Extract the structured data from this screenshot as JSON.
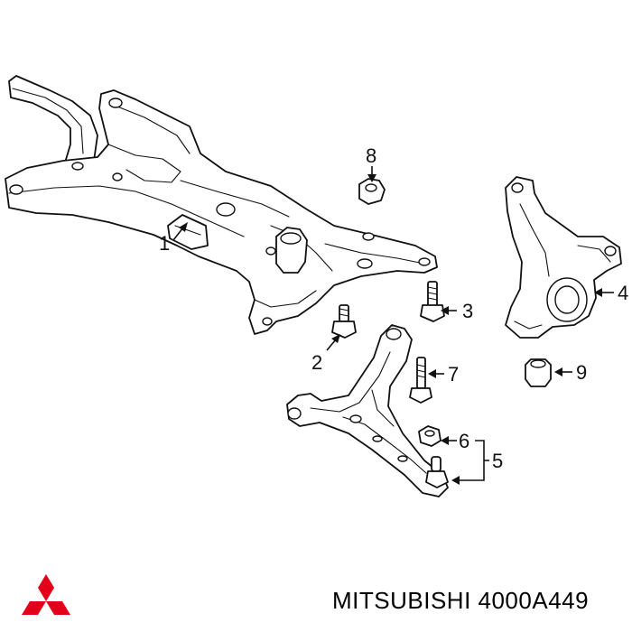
{
  "diagram": {
    "callouts": [
      {
        "id": "1",
        "label": "1"
      },
      {
        "id": "2",
        "label": "2"
      },
      {
        "id": "3",
        "label": "3"
      },
      {
        "id": "4",
        "label": "4"
      },
      {
        "id": "5",
        "label": "5"
      },
      {
        "id": "6",
        "label": "6"
      },
      {
        "id": "7",
        "label": "7"
      },
      {
        "id": "8",
        "label": "8"
      },
      {
        "id": "9",
        "label": "9"
      }
    ]
  },
  "brand": {
    "caption": "MITSUBISHI 4000A449",
    "logo_color": "#e3001b"
  }
}
